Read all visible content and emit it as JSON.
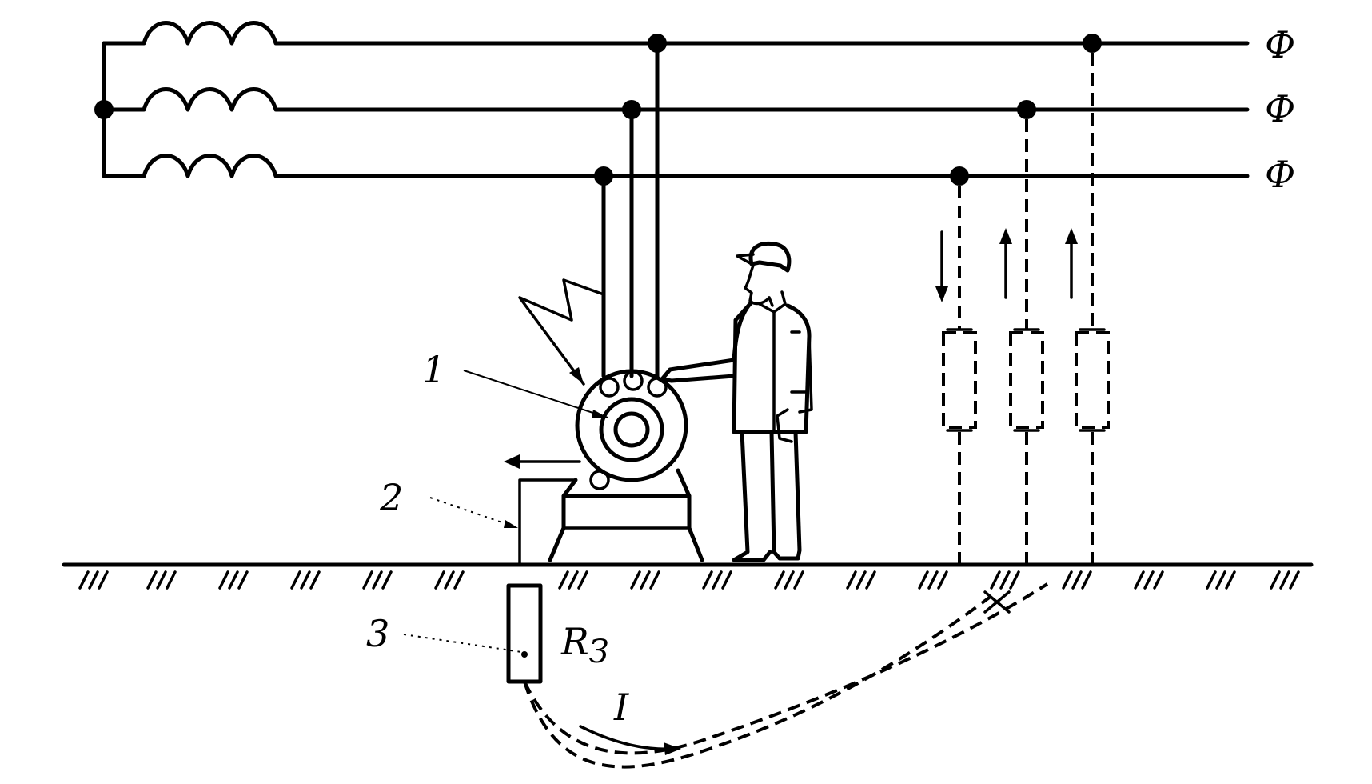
{
  "phase_labels": [
    "Ф",
    "Ф",
    "Ф"
  ],
  "callouts": {
    "motor": "1",
    "ground_conductor": "2",
    "ground_electrode": "3"
  },
  "resistance_label": "R",
  "resistance_subscript": "З",
  "current_label": "I"
}
